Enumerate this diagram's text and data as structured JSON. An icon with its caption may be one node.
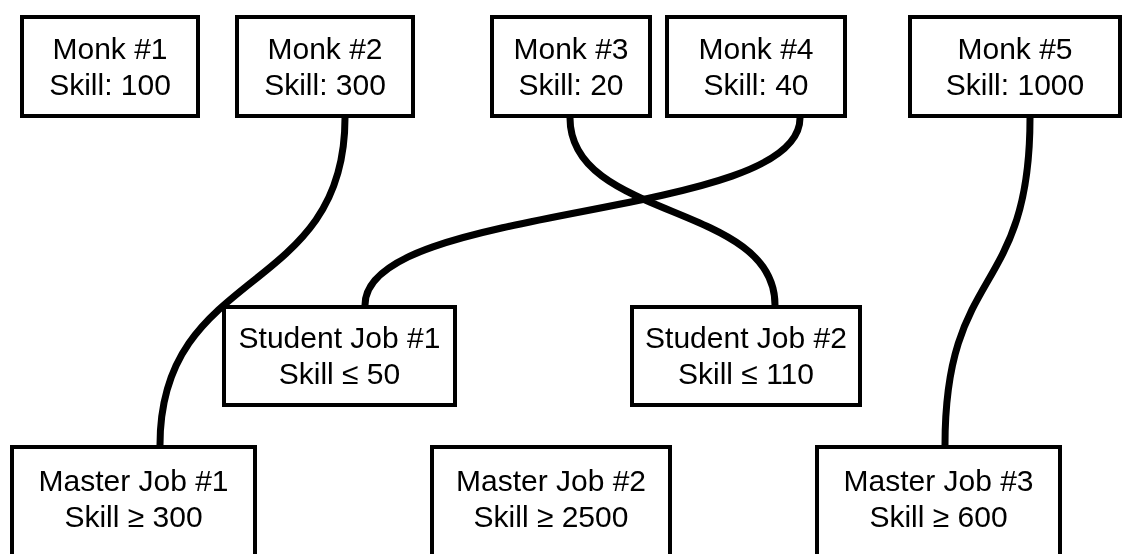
{
  "diagram": {
    "nodes": [
      {
        "text": [
          "Monk #1",
          "Skill: 100"
        ]
      },
      {
        "text": [
          "Monk #2",
          "Skill: 300"
        ]
      },
      {
        "text": [
          "Monk #3",
          "Skill: 20"
        ]
      },
      {
        "text": [
          "Monk #4",
          "Skill: 40"
        ]
      },
      {
        "text": [
          "Monk #5",
          "Skill: 1000"
        ]
      },
      {
        "text": [
          "Student Job #1",
          "Skill ≤ 50"
        ]
      },
      {
        "text": [
          "Student Job #2",
          "Skill ≤ 110"
        ]
      },
      {
        "text": [
          "Master Job #1",
          "Skill ≥ 300"
        ]
      },
      {
        "text": [
          "Master Job #2",
          "Skill ≥ 2500"
        ]
      },
      {
        "text": [
          "Master Job #3",
          "Skill ≥ 600"
        ]
      }
    ],
    "edges": [
      {
        "from": 1,
        "to": 7,
        "arrow": "none"
      },
      {
        "from": 2,
        "to": 6,
        "arrow": "none"
      },
      {
        "from": 3,
        "to": 5,
        "arrow": "none"
      },
      {
        "from": 4,
        "to": 9,
        "arrow": "none"
      }
    ]
  }
}
